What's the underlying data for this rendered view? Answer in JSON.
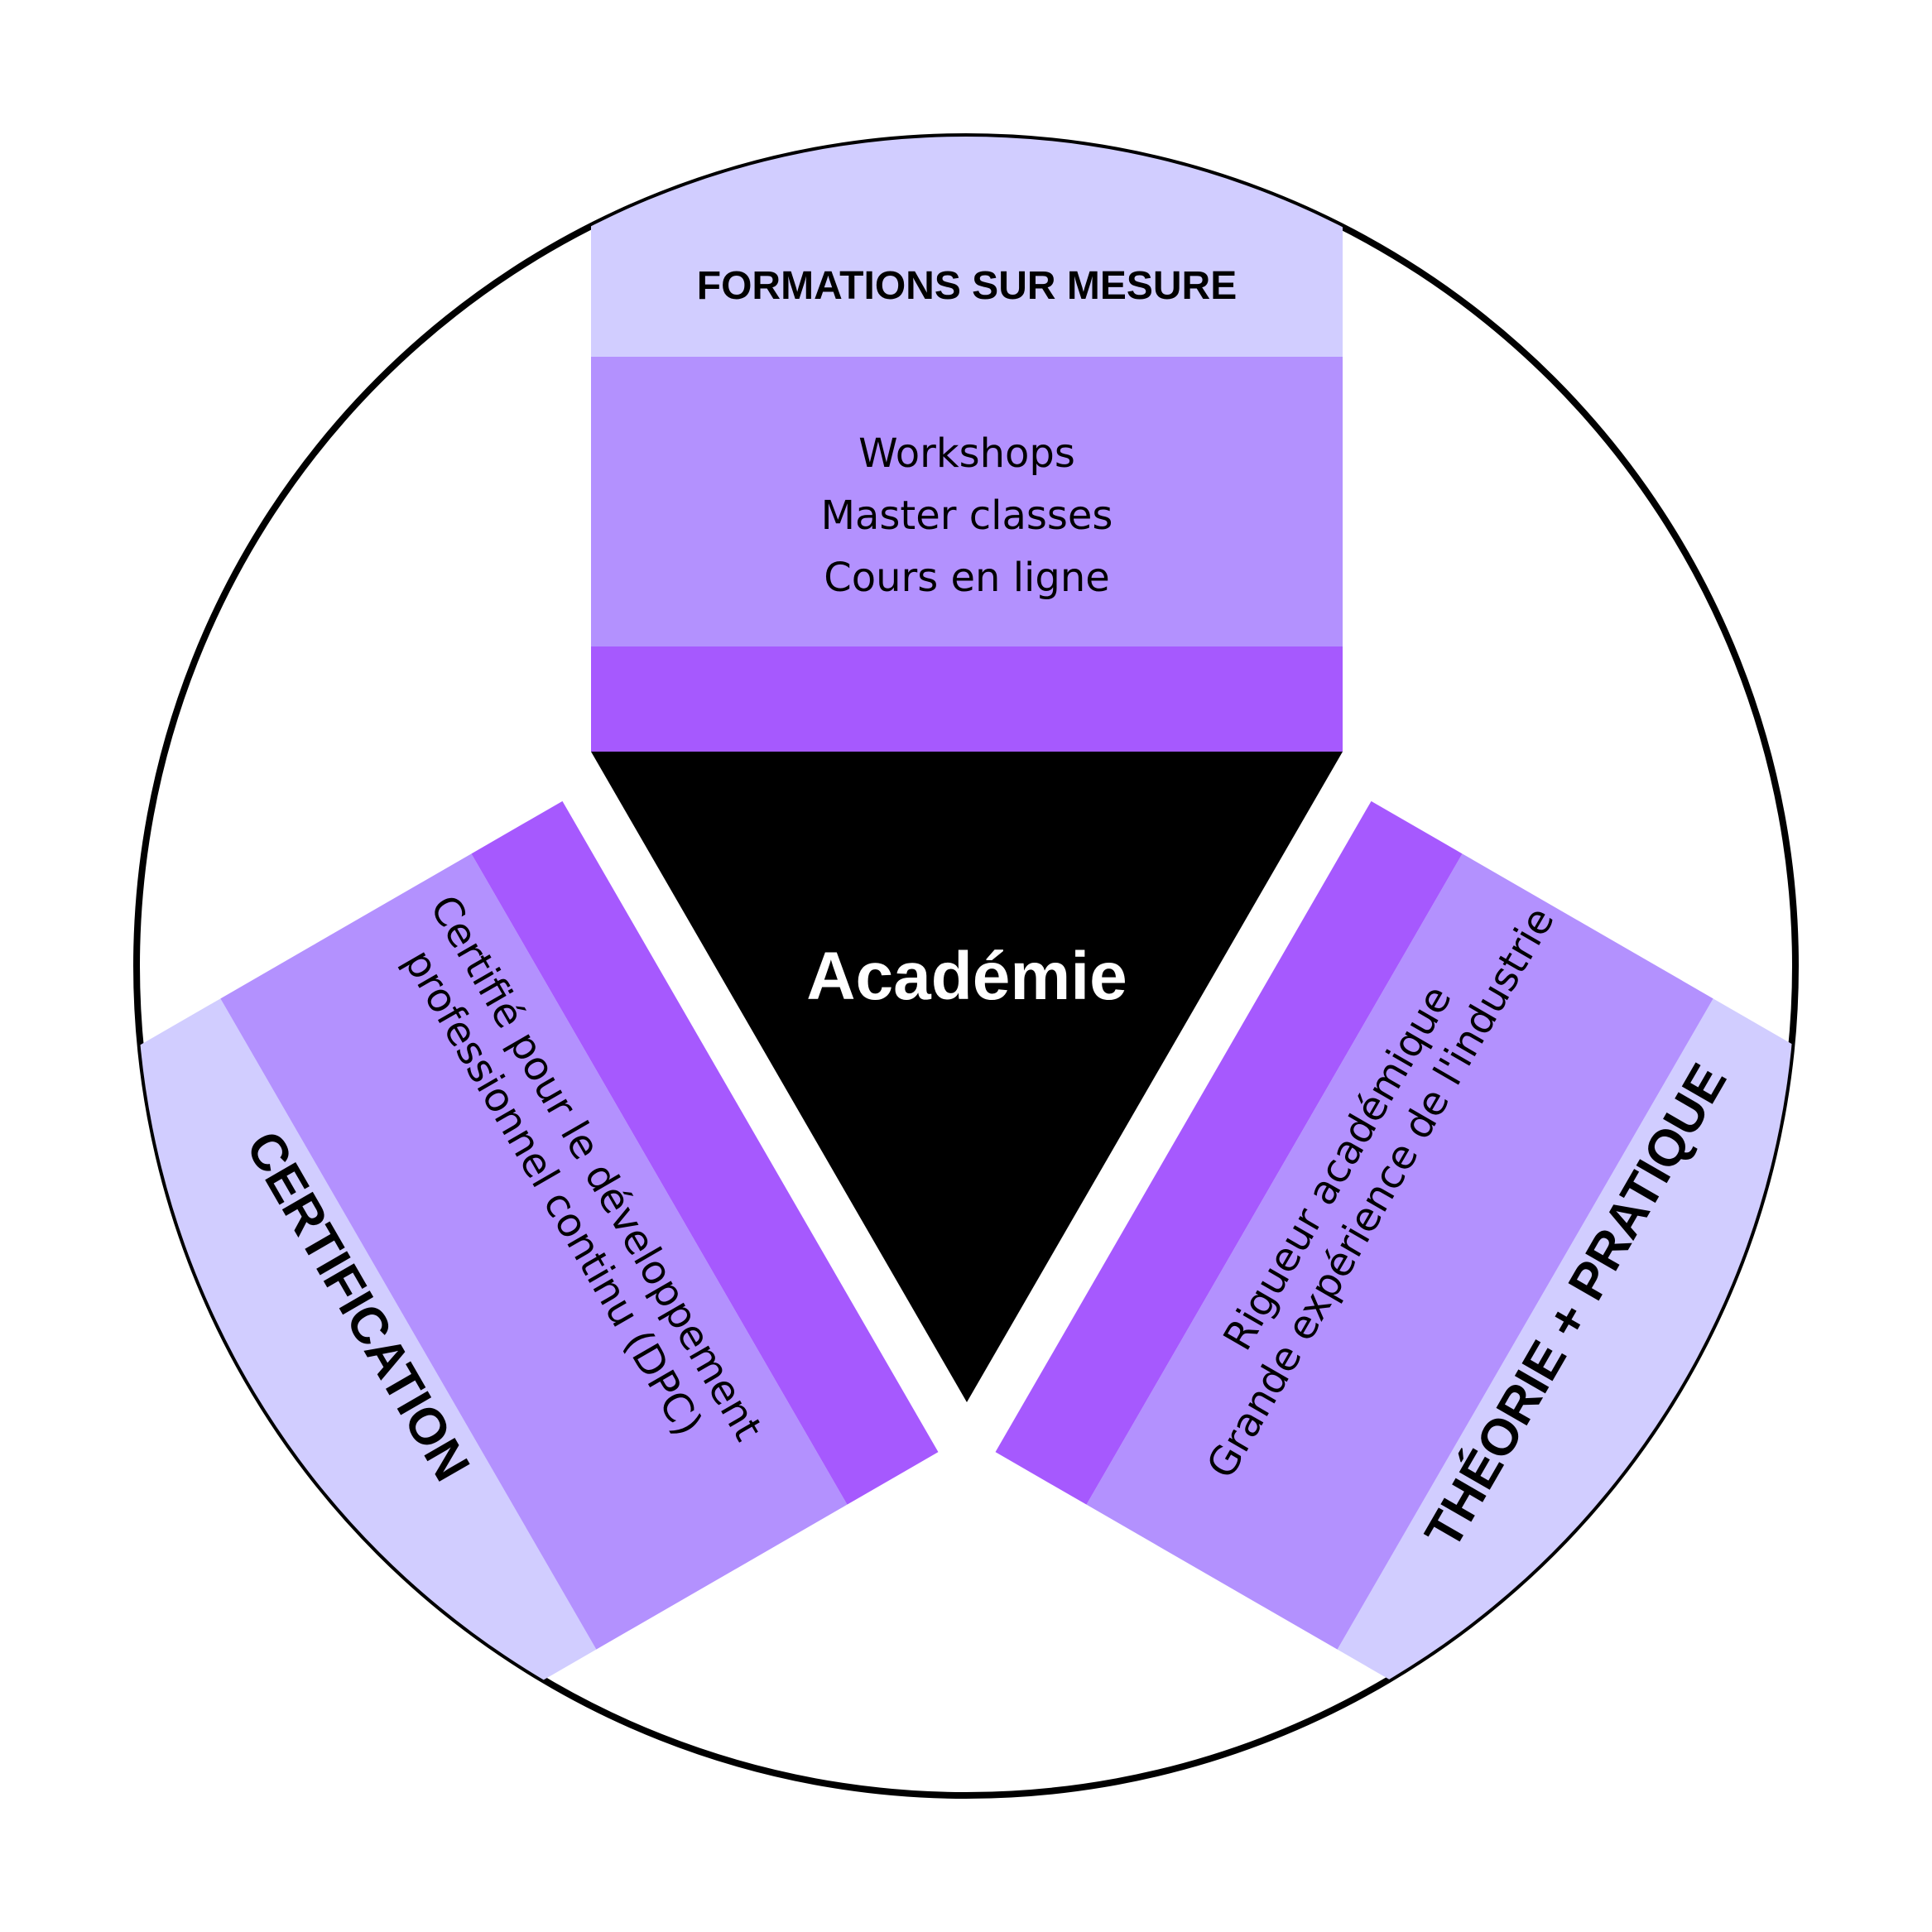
{
  "center": {
    "label": "Académie"
  },
  "arms": [
    {
      "id": "top",
      "heading": "FORMATIONS SUR MESURE",
      "lines": [
        "Workshops",
        "Master classes",
        "Cours en ligne"
      ]
    },
    {
      "id": "left",
      "heading": "CERTIFICATION",
      "lines": [
        "Certifié pour le développement",
        "professionnel continu (DPC)"
      ]
    },
    {
      "id": "right",
      "heading": "THÉORIE + PRATIQUE",
      "lines": [
        "Rigueur académique",
        "Grande expérience de l'industrie"
      ]
    }
  ],
  "colors": {
    "outer_band": "#d1cdff",
    "middle_band": "#b391fe",
    "inner_band": "#a659fe",
    "center": "#000000",
    "ring": "#000000",
    "background": "#ffffff"
  }
}
